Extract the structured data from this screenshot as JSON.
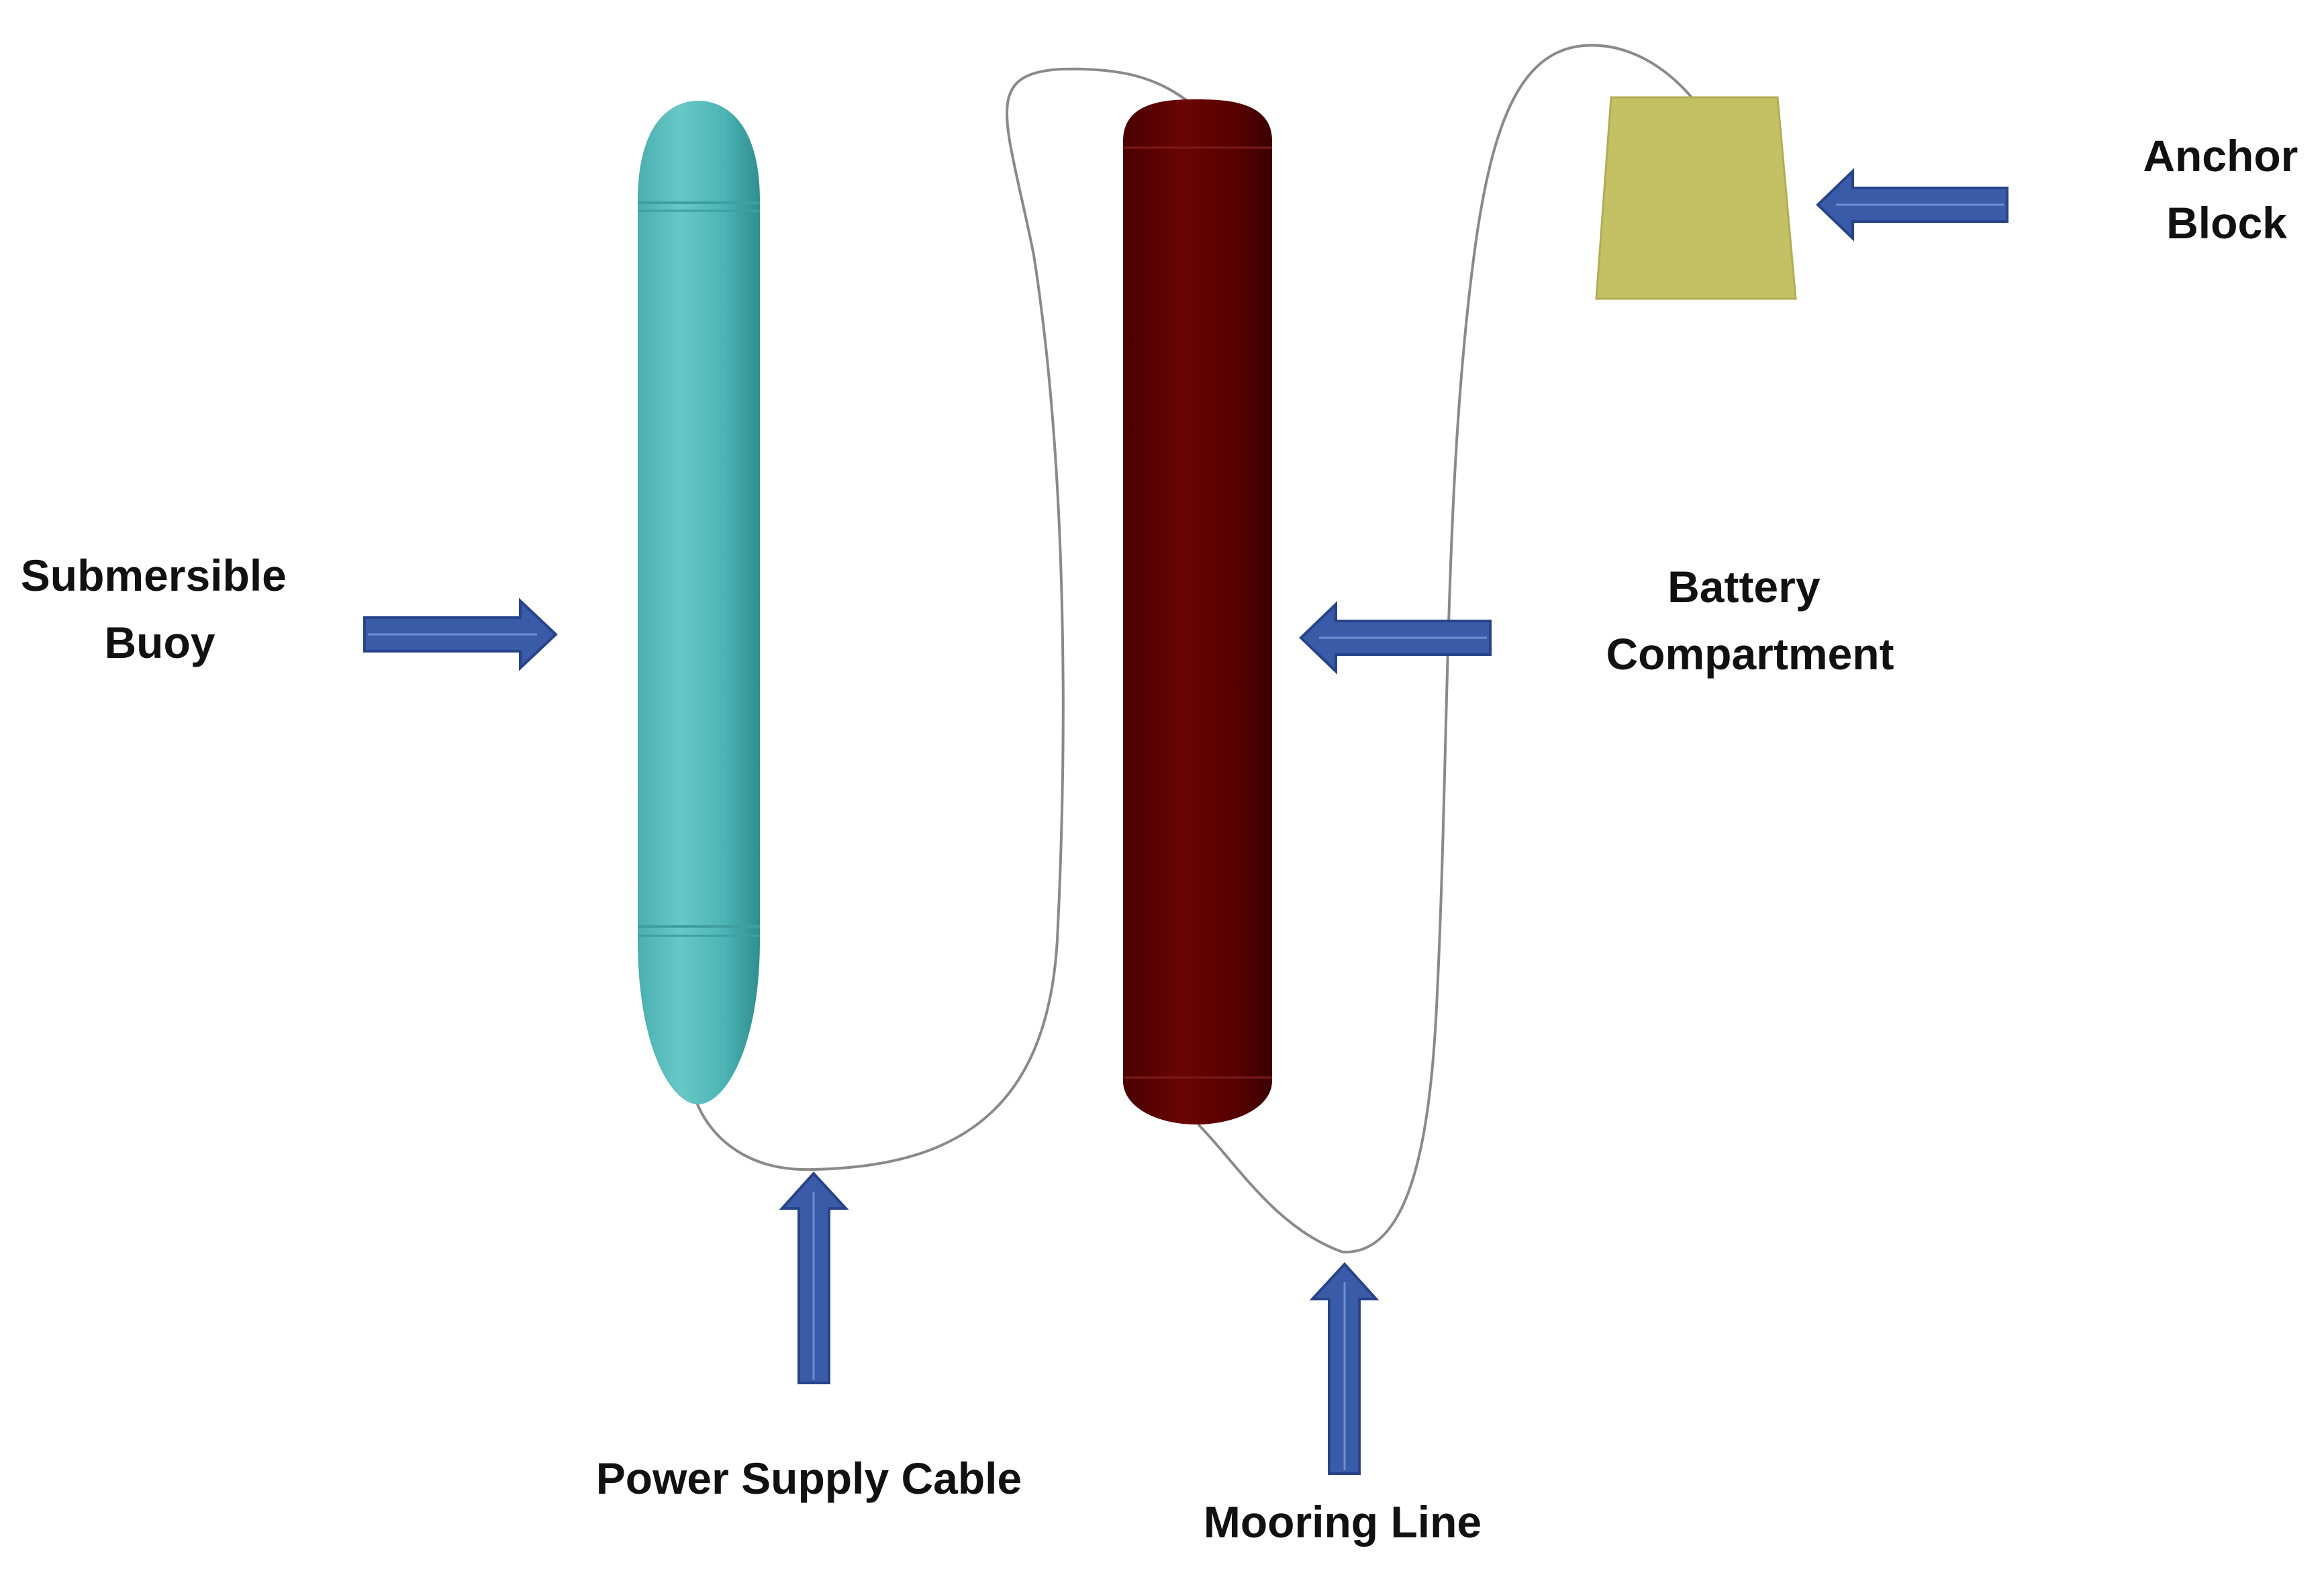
{
  "labels": {
    "submersible_buoy": [
      "Submersible",
      "Buoy"
    ],
    "battery_compartment": [
      "Battery",
      "Compartment"
    ],
    "anchor_block": [
      "Anchor",
      "Block"
    ],
    "power_supply_cable": "Power Supply Cable",
    "mooring_line": "Mooring Line"
  },
  "colors": {
    "buoy": "#5bbfc0",
    "battery": "#5e0000",
    "anchor": "#c4c164",
    "arrow": "#3a5ba8",
    "cable": "#8a8a8a"
  }
}
